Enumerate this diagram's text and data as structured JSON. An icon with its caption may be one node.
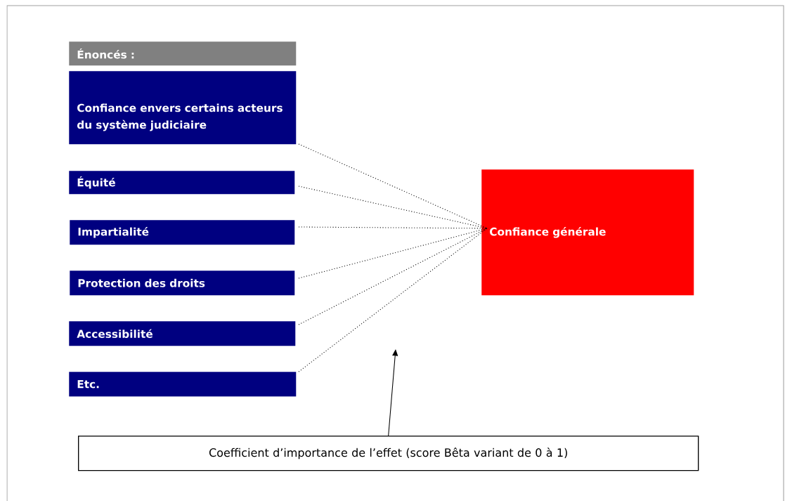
{
  "diagram": {
    "nodes": [
      {
        "text": [
          "Énoncés :"
        ]
      },
      {
        "text": [
          "Confiance envers certains acteurs du système judiciaire"
        ]
      },
      {
        "text": [
          "Équité"
        ]
      },
      {
        "text": [
          "Impartialité"
        ]
      },
      {
        "text": [
          "Protection des droits"
        ]
      },
      {
        "text": [
          "Accessibilité"
        ]
      },
      {
        "text": [
          "Etc."
        ]
      },
      {
        "text": [
          "Confiance générale"
        ]
      },
      {
        "text": [
          "Coefficient d’importance de l’effet (score Bêta variant de 0 à 1)"
        ]
      }
    ],
    "edges": [
      {
        "from": 1,
        "to": 7,
        "arrow": "none",
        "style": "dashed"
      },
      {
        "from": 2,
        "to": 7,
        "arrow": "none",
        "style": "dashed"
      },
      {
        "from": 3,
        "to": 7,
        "arrow": "none",
        "style": "dashed"
      },
      {
        "from": 4,
        "to": 7,
        "arrow": "none",
        "style": "dashed"
      },
      {
        "from": 5,
        "to": 7,
        "arrow": "none",
        "style": "dashed"
      },
      {
        "from": 6,
        "to": 7,
        "arrow": "none",
        "style": "dashed"
      },
      {
        "from": 8,
        "to": null,
        "arrow": "to"
      }
    ]
  }
}
